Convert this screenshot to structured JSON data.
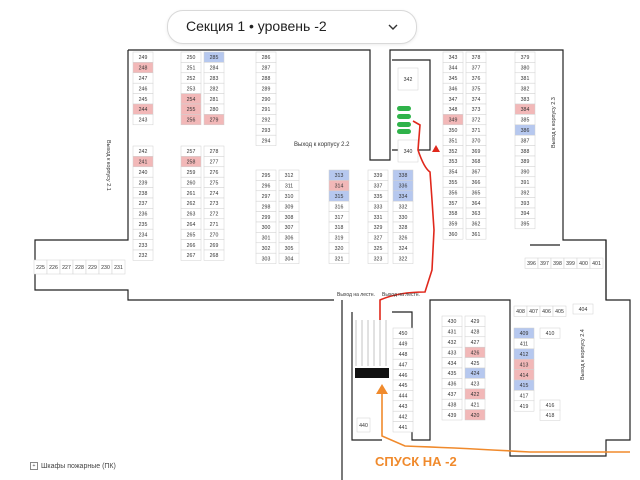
{
  "header": {
    "title": "Секция 1 • уровень -2"
  },
  "colors": {
    "sold": "#f2b8b8",
    "reserved": "#b6c8ef",
    "free": "#ffffff",
    "green": "#2fb34a",
    "route": "#e0281c",
    "descent": "#f08a2c"
  },
  "legend": {
    "fire": "Шкафы пожарные (ПК)"
  },
  "labels": {
    "exit_22": "Выход к корпусу 2.2",
    "exit_21": "Выход к корпусу 2.1",
    "exit_23": "Выход к корпусу 2.3",
    "exit_24": "Выход к корпусу 2.4",
    "exit_stairs": "Выход на лестн.",
    "exit_stairs2": "Выход на лестн.",
    "descent": "СПУСК НА -2"
  },
  "spots": [
    {
      "n": "249",
      "s": "free"
    },
    {
      "n": "248",
      "s": "sold"
    },
    {
      "n": "247",
      "s": "free"
    },
    {
      "n": "246",
      "s": "free"
    },
    {
      "n": "245",
      "s": "free"
    },
    {
      "n": "244",
      "s": "sold"
    },
    {
      "n": "243",
      "s": "free"
    },
    {
      "n": "242",
      "s": "free"
    },
    {
      "n": "241",
      "s": "sold"
    },
    {
      "n": "240",
      "s": "free"
    },
    {
      "n": "239",
      "s": "free"
    },
    {
      "n": "238",
      "s": "free"
    },
    {
      "n": "237",
      "s": "free"
    },
    {
      "n": "236",
      "s": "free"
    },
    {
      "n": "235",
      "s": "free"
    },
    {
      "n": "234",
      "s": "free"
    },
    {
      "n": "233",
      "s": "free"
    },
    {
      "n": "232",
      "s": "free"
    },
    {
      "n": "250",
      "s": "free"
    },
    {
      "n": "251",
      "s": "free"
    },
    {
      "n": "252",
      "s": "free"
    },
    {
      "n": "253",
      "s": "free"
    },
    {
      "n": "254",
      "s": "sold"
    },
    {
      "n": "255",
      "s": "sold"
    },
    {
      "n": "256",
      "s": "sold"
    },
    {
      "n": "257",
      "s": "free"
    },
    {
      "n": "258",
      "s": "sold"
    },
    {
      "n": "259",
      "s": "free"
    },
    {
      "n": "260",
      "s": "free"
    },
    {
      "n": "261",
      "s": "free"
    },
    {
      "n": "262",
      "s": "free"
    },
    {
      "n": "263",
      "s": "free"
    },
    {
      "n": "264",
      "s": "free"
    },
    {
      "n": "265",
      "s": "free"
    },
    {
      "n": "266",
      "s": "free"
    },
    {
      "n": "267",
      "s": "free"
    },
    {
      "n": "285",
      "s": "reserved"
    },
    {
      "n": "284",
      "s": "free"
    },
    {
      "n": "283",
      "s": "free"
    },
    {
      "n": "282",
      "s": "free"
    },
    {
      "n": "281",
      "s": "free"
    },
    {
      "n": "280",
      "s": "free"
    },
    {
      "n": "279",
      "s": "sold"
    },
    {
      "n": "278",
      "s": "free"
    },
    {
      "n": "277",
      "s": "free"
    },
    {
      "n": "276",
      "s": "free"
    },
    {
      "n": "275",
      "s": "free"
    },
    {
      "n": "274",
      "s": "free"
    },
    {
      "n": "273",
      "s": "free"
    },
    {
      "n": "272",
      "s": "free"
    },
    {
      "n": "271",
      "s": "free"
    },
    {
      "n": "270",
      "s": "free"
    },
    {
      "n": "269",
      "s": "free"
    },
    {
      "n": "268",
      "s": "free"
    },
    {
      "n": "286",
      "s": "free"
    },
    {
      "n": "287",
      "s": "free"
    },
    {
      "n": "288",
      "s": "free"
    },
    {
      "n": "289",
      "s": "free"
    },
    {
      "n": "290",
      "s": "free"
    },
    {
      "n": "291",
      "s": "free"
    },
    {
      "n": "292",
      "s": "free"
    },
    {
      "n": "293",
      "s": "free"
    },
    {
      "n": "294",
      "s": "free"
    },
    {
      "n": "295",
      "s": "free"
    },
    {
      "n": "296",
      "s": "free"
    },
    {
      "n": "297",
      "s": "free"
    },
    {
      "n": "298",
      "s": "free"
    },
    {
      "n": "299",
      "s": "free"
    },
    {
      "n": "300",
      "s": "free"
    },
    {
      "n": "301",
      "s": "free"
    },
    {
      "n": "302",
      "s": "free"
    },
    {
      "n": "303",
      "s": "free"
    },
    {
      "n": "312",
      "s": "free"
    },
    {
      "n": "311",
      "s": "free"
    },
    {
      "n": "310",
      "s": "free"
    },
    {
      "n": "309",
      "s": "free"
    },
    {
      "n": "308",
      "s": "free"
    },
    {
      "n": "307",
      "s": "free"
    },
    {
      "n": "306",
      "s": "free"
    },
    {
      "n": "305",
      "s": "free"
    },
    {
      "n": "304",
      "s": "free"
    },
    {
      "n": "313",
      "s": "reserved"
    },
    {
      "n": "314",
      "s": "sold"
    },
    {
      "n": "315",
      "s": "reserved"
    },
    {
      "n": "316",
      "s": "free"
    },
    {
      "n": "317",
      "s": "free"
    },
    {
      "n": "318",
      "s": "free"
    },
    {
      "n": "319",
      "s": "free"
    },
    {
      "n": "320",
      "s": "free"
    },
    {
      "n": "321",
      "s": "free"
    },
    {
      "n": "339",
      "s": "free"
    },
    {
      "n": "337",
      "s": "free"
    },
    {
      "n": "335",
      "s": "free"
    },
    {
      "n": "333",
      "s": "free"
    },
    {
      "n": "331",
      "s": "free"
    },
    {
      "n": "329",
      "s": "free"
    },
    {
      "n": "327",
      "s": "free"
    },
    {
      "n": "325",
      "s": "free"
    },
    {
      "n": "323",
      "s": "free"
    },
    {
      "n": "338",
      "s": "reserved"
    },
    {
      "n": "336",
      "s": "reserved"
    },
    {
      "n": "334",
      "s": "reserved"
    },
    {
      "n": "332",
      "s": "free"
    },
    {
      "n": "330",
      "s": "free"
    },
    {
      "n": "328",
      "s": "free"
    },
    {
      "n": "326",
      "s": "free"
    },
    {
      "n": "324",
      "s": "free"
    },
    {
      "n": "322",
      "s": "free"
    },
    {
      "n": "343",
      "s": "free"
    },
    {
      "n": "344",
      "s": "free"
    },
    {
      "n": "345",
      "s": "free"
    },
    {
      "n": "346",
      "s": "free"
    },
    {
      "n": "347",
      "s": "free"
    },
    {
      "n": "348",
      "s": "free"
    },
    {
      "n": "349",
      "s": "sold"
    },
    {
      "n": "350",
      "s": "free"
    },
    {
      "n": "351",
      "s": "free"
    },
    {
      "n": "352",
      "s": "free"
    },
    {
      "n": "353",
      "s": "free"
    },
    {
      "n": "354",
      "s": "free"
    },
    {
      "n": "355",
      "s": "free"
    },
    {
      "n": "356",
      "s": "free"
    },
    {
      "n": "357",
      "s": "free"
    },
    {
      "n": "358",
      "s": "free"
    },
    {
      "n": "359",
      "s": "free"
    },
    {
      "n": "360",
      "s": "free"
    },
    {
      "n": "378",
      "s": "free"
    },
    {
      "n": "377",
      "s": "free"
    },
    {
      "n": "376",
      "s": "free"
    },
    {
      "n": "375",
      "s": "free"
    },
    {
      "n": "374",
      "s": "free"
    },
    {
      "n": "373",
      "s": "free"
    },
    {
      "n": "372",
      "s": "free"
    },
    {
      "n": "371",
      "s": "free"
    },
    {
      "n": "370",
      "s": "free"
    },
    {
      "n": "369",
      "s": "free"
    },
    {
      "n": "368",
      "s": "free"
    },
    {
      "n": "367",
      "s": "free"
    },
    {
      "n": "366",
      "s": "free"
    },
    {
      "n": "365",
      "s": "free"
    },
    {
      "n": "364",
      "s": "free"
    },
    {
      "n": "363",
      "s": "free"
    },
    {
      "n": "362",
      "s": "free"
    },
    {
      "n": "361",
      "s": "free"
    },
    {
      "n": "379",
      "s": "free"
    },
    {
      "n": "380",
      "s": "free"
    },
    {
      "n": "381",
      "s": "free"
    },
    {
      "n": "382",
      "s": "free"
    },
    {
      "n": "383",
      "s": "free"
    },
    {
      "n": "384",
      "s": "sold"
    },
    {
      "n": "385",
      "s": "free"
    },
    {
      "n": "386",
      "s": "reserved"
    },
    {
      "n": "387",
      "s": "free"
    },
    {
      "n": "388",
      "s": "free"
    },
    {
      "n": "389",
      "s": "free"
    },
    {
      "n": "390",
      "s": "free"
    },
    {
      "n": "391",
      "s": "free"
    },
    {
      "n": "392",
      "s": "free"
    },
    {
      "n": "393",
      "s": "free"
    },
    {
      "n": "394",
      "s": "free"
    },
    {
      "n": "395",
      "s": "free"
    },
    {
      "n": "396",
      "s": "free"
    },
    {
      "n": "397",
      "s": "free"
    },
    {
      "n": "398",
      "s": "free"
    },
    {
      "n": "399",
      "s": "free"
    },
    {
      "n": "400",
      "s": "free"
    },
    {
      "n": "401",
      "s": "free"
    },
    {
      "n": "225",
      "s": "free"
    },
    {
      "n": "226",
      "s": "free"
    },
    {
      "n": "227",
      "s": "free"
    },
    {
      "n": "228",
      "s": "free"
    },
    {
      "n": "229",
      "s": "free"
    },
    {
      "n": "230",
      "s": "free"
    },
    {
      "n": "231",
      "s": "free"
    },
    {
      "n": "340",
      "s": "free"
    },
    {
      "n": "342",
      "s": "free"
    },
    {
      "n": "450",
      "s": "free"
    },
    {
      "n": "449",
      "s": "free"
    },
    {
      "n": "448",
      "s": "free"
    },
    {
      "n": "447",
      "s": "free"
    },
    {
      "n": "446",
      "s": "free"
    },
    {
      "n": "445",
      "s": "free"
    },
    {
      "n": "444",
      "s": "free"
    },
    {
      "n": "443",
      "s": "free"
    },
    {
      "n": "442",
      "s": "free"
    },
    {
      "n": "441",
      "s": "free"
    },
    {
      "n": "440",
      "s": "free"
    },
    {
      "n": "430",
      "s": "free"
    },
    {
      "n": "431",
      "s": "free"
    },
    {
      "n": "432",
      "s": "free"
    },
    {
      "n": "433",
      "s": "free"
    },
    {
      "n": "434",
      "s": "free"
    },
    {
      "n": "435",
      "s": "free"
    },
    {
      "n": "436",
      "s": "free"
    },
    {
      "n": "437",
      "s": "free"
    },
    {
      "n": "438",
      "s": "free"
    },
    {
      "n": "439",
      "s": "free"
    },
    {
      "n": "429",
      "s": "free"
    },
    {
      "n": "428",
      "s": "free"
    },
    {
      "n": "427",
      "s": "free"
    },
    {
      "n": "426",
      "s": "sold"
    },
    {
      "n": "425",
      "s": "free"
    },
    {
      "n": "424",
      "s": "reserved"
    },
    {
      "n": "423",
      "s": "free"
    },
    {
      "n": "422",
      "s": "sold"
    },
    {
      "n": "421",
      "s": "free"
    },
    {
      "n": "420",
      "s": "sold"
    },
    {
      "n": "408",
      "s": "free"
    },
    {
      "n": "407",
      "s": "free"
    },
    {
      "n": "406",
      "s": "free"
    },
    {
      "n": "405",
      "s": "free"
    },
    {
      "n": "404",
      "s": "free"
    },
    {
      "n": "409",
      "s": "reserved"
    },
    {
      "n": "410",
      "s": "free"
    },
    {
      "n": "411",
      "s": "free"
    },
    {
      "n": "412",
      "s": "reserved"
    },
    {
      "n": "413",
      "s": "sold"
    },
    {
      "n": "414",
      "s": "sold"
    },
    {
      "n": "415",
      "s": "reserved"
    },
    {
      "n": "416",
      "s": "free"
    },
    {
      "n": "417",
      "s": "free"
    },
    {
      "n": "418",
      "s": "free"
    },
    {
      "n": "419",
      "s": "free"
    }
  ]
}
